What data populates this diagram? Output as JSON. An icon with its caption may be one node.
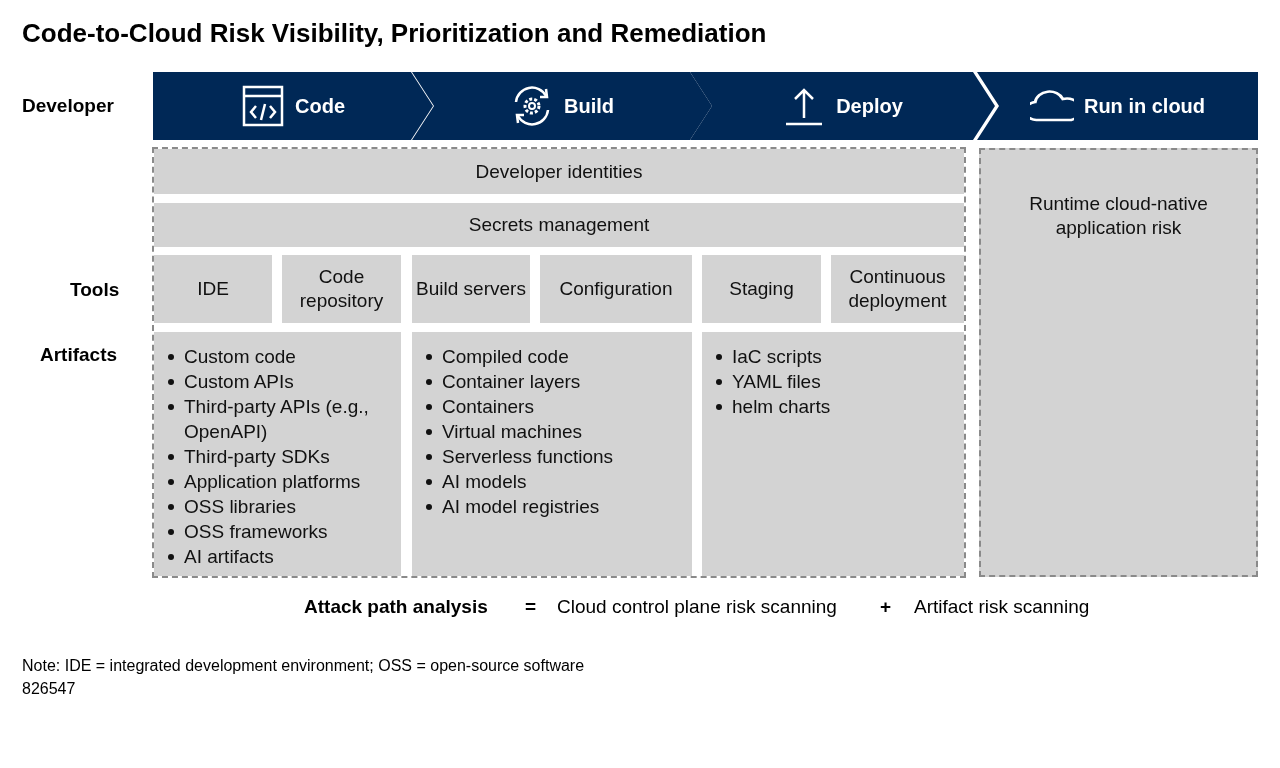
{
  "diagram": {
    "title": "Code-to-Cloud Risk Visibility, Prioritization and Remediation",
    "nodes": [
      {
        "text": [
          "Code"
        ]
      },
      {
        "text": [
          "Build"
        ]
      },
      {
        "text": [
          "Deploy"
        ]
      },
      {
        "text": [
          "Run in cloud"
        ]
      },
      {
        "text": [
          "Developer identities"
        ]
      },
      {
        "text": [
          "Secrets management"
        ]
      },
      {
        "text": [
          "IDE"
        ]
      },
      {
        "text": [
          "Code repository"
        ]
      },
      {
        "text": [
          "Build servers"
        ]
      },
      {
        "text": [
          "Configuration"
        ]
      },
      {
        "text": [
          "Staging"
        ]
      },
      {
        "text": [
          "Continuous deployment"
        ]
      },
      {
        "text": [
          "Custom code",
          "Custom APIs",
          "Third-party APIs (e.g., OpenAPI)",
          "Third-party SDKs",
          "Application platforms",
          "OSS libraries",
          "OSS frameworks",
          "AI artifacts"
        ]
      },
      {
        "text": [
          "Compiled code",
          "Container layers",
          "Containers",
          "Virtual machines",
          "Serverless functions",
          "AI models",
          "AI model registries"
        ]
      },
      {
        "text": [
          "IaC scripts",
          "YAML files",
          "helm charts"
        ]
      },
      {
        "text": [
          "Runtime cloud-native application risk"
        ]
      }
    ],
    "labels": [
      "Developer",
      "Tools",
      "Artifacts",
      "Attack path analysis",
      "=",
      "Cloud control plane risk scanning",
      "+",
      "Artifact risk scanning",
      "Note: IDE = integrated development environment; OSS = open-source software",
      "826547"
    ]
  }
}
